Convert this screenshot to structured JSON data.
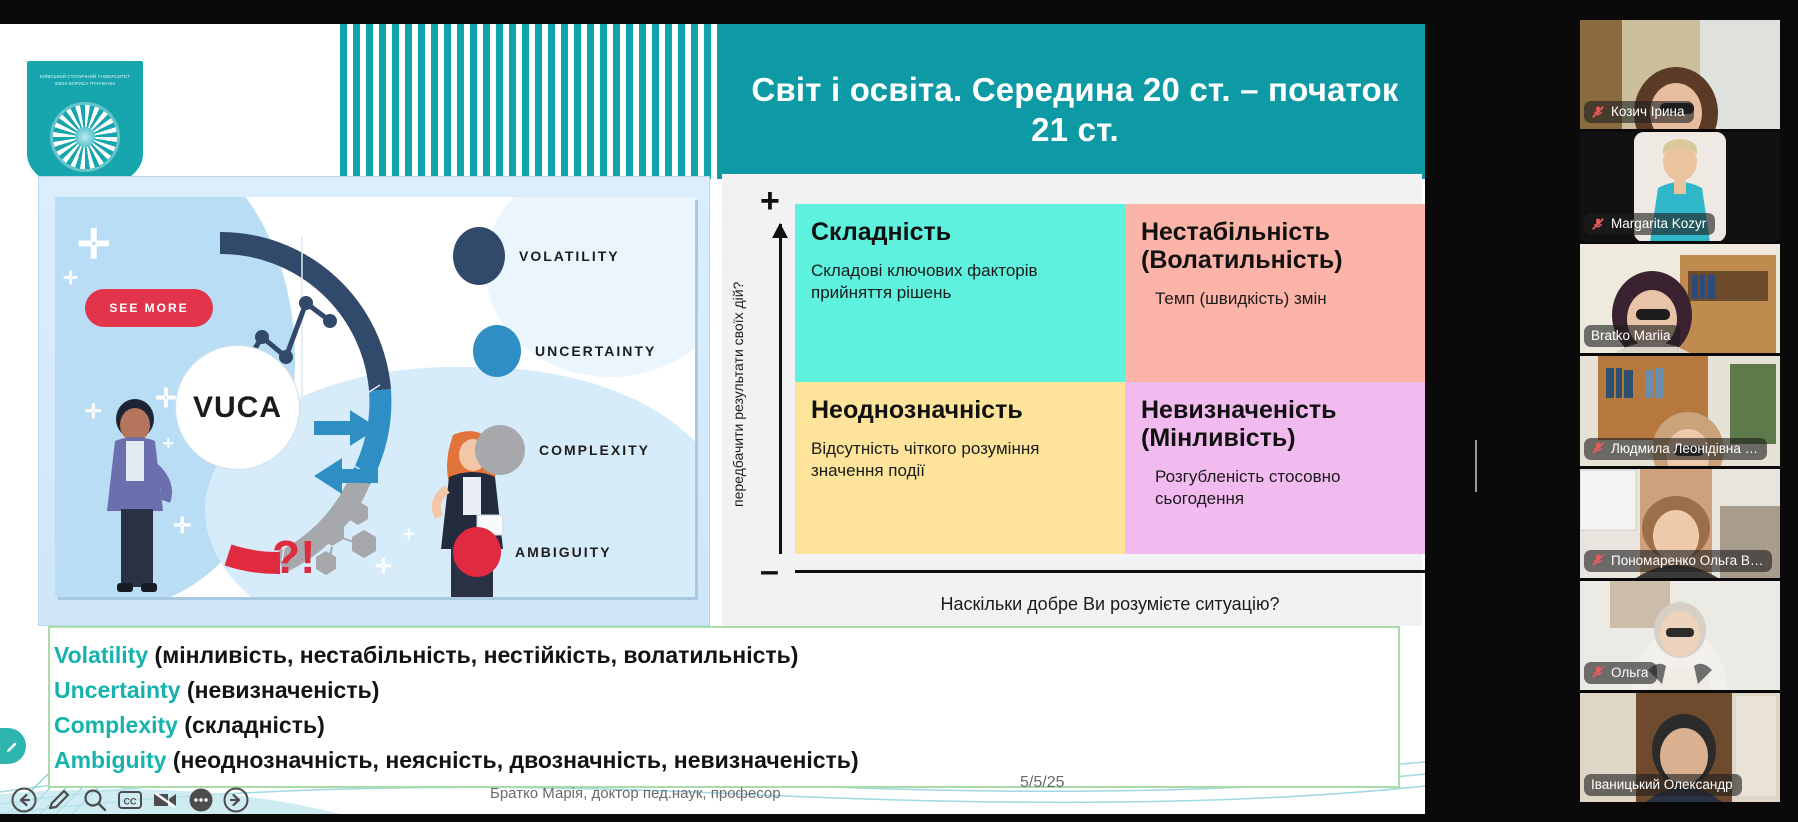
{
  "slide": {
    "title": "Світ і освіта. Середина 20 ст. – початок 21 ст.",
    "logo_text": "КИЇВСЬКИЙ СТОЛИЧНИЙ УНІВЕРСИТЕТ ІМЕНІ БОРИСА ГРІНЧЕНКА",
    "infographic": {
      "center_label": "VUCA",
      "see_more_label": "SEE MORE",
      "legend": [
        {
          "label": "VOLATILITY",
          "color": "#314a6b"
        },
        {
          "label": "UNCERTAINTY",
          "color": "#2f8fc4"
        },
        {
          "label": "COMPLEXITY",
          "color": "#a6a8ab"
        },
        {
          "label": "AMBIGUITY",
          "color": "#e02a3f"
        }
      ],
      "question_marks": "?!"
    },
    "matrix": {
      "axis_y_label": "передбачити результати своїх дій?",
      "axis_plus": "+",
      "axis_minus": "–",
      "footnote": "Наскільки добре Ви розумієте ситуацію?",
      "quadrants": [
        {
          "title": "Складність",
          "desc": "Складові ключових факторів прийняття рішень",
          "color": "#5ef2de"
        },
        {
          "title": "Нестабільність (Волатильність)",
          "desc": "Темп (швидкість) змін",
          "color": "#fcb4a8"
        },
        {
          "title": "Неоднозначність",
          "desc": "Відсутність чіткого розуміння значення події",
          "color": "#fde49a"
        },
        {
          "title": "Невизначеність (Мінливість)",
          "desc": "Розгубленість стосовно сьогодення",
          "color": "#f2bbef"
        }
      ]
    },
    "definitions": [
      {
        "en": "Volatility",
        "ua": " (мінливість, нестабільність, нестійкість, волатильність)"
      },
      {
        "en": "Uncertainty",
        "ua": "  (невизначеність)"
      },
      {
        "en": "Complexity",
        "ua": " (складність)"
      },
      {
        "en": "Ambiguity",
        "ua": " (неоднозначність, неясність, двозначність, невизначеність)"
      }
    ],
    "footer": {
      "author": "Братко Марія, доктор пед.наук, професор",
      "date": "5/5/25"
    }
  },
  "toolbar": {
    "buttons": [
      {
        "name": "back-button",
        "icon": "arrow-left-circle-icon"
      },
      {
        "name": "annotate-button",
        "icon": "pencil-icon"
      },
      {
        "name": "zoom-button",
        "icon": "magnifier-icon"
      },
      {
        "name": "captions-button",
        "icon": "closed-caption-icon",
        "label": "CC"
      },
      {
        "name": "stop-video-button",
        "icon": "camera-off-icon"
      },
      {
        "name": "more-options-button",
        "icon": "ellipsis-icon"
      },
      {
        "name": "forward-button",
        "icon": "arrow-right-circle-icon"
      }
    ]
  },
  "participants": [
    {
      "name": "Козич Ірина",
      "muted": true,
      "active": false,
      "room": "room-a",
      "portrait": false
    },
    {
      "name": "Margarita Kozyr",
      "muted": true,
      "active": false,
      "room": "room-b",
      "portrait": true
    },
    {
      "name": "Bratko Mariia",
      "muted": false,
      "active": true,
      "room": "room-c",
      "portrait": false
    },
    {
      "name": "Людмила Леонідівна …",
      "muted": true,
      "active": false,
      "room": "room-d",
      "portrait": false
    },
    {
      "name": "Пономаренко Ольга В…",
      "muted": true,
      "active": false,
      "room": "room-e",
      "portrait": false
    },
    {
      "name": "Ольга",
      "muted": true,
      "active": false,
      "room": "room-f",
      "portrait": false
    },
    {
      "name": "Іваницький Олександр",
      "muted": false,
      "active": false,
      "room": "room-g",
      "portrait": false
    }
  ],
  "colors": {
    "brand_teal": "#0d9aa4",
    "accent_teal": "#16b3ae",
    "active_border": "#2ee07a",
    "mute_red": "#f05a5a"
  }
}
